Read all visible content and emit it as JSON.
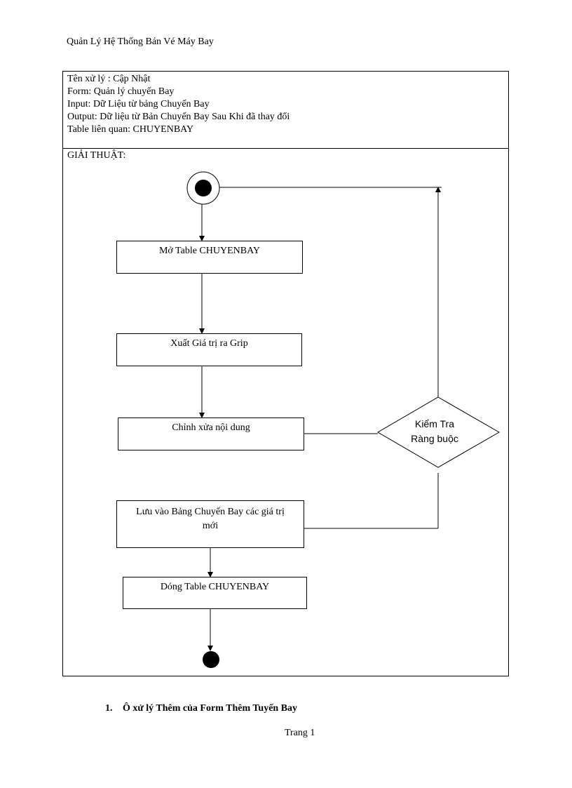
{
  "header": {
    "title": "Quản Lý Hệ Thống Bán Vé Máy Bay"
  },
  "info": {
    "line1": "Tên xử lý : Cập Nhật",
    "line2": "Form: Quản lý chuyến Bay",
    "line3": "Input: Dữ Liệu từ bảng Chuyến Bay",
    "line4": "Output: Dữ liệu từ Bản Chuyến Bay Sau Khi đã thay đổi",
    "line5": "Table liên quan: CHUYENBAY"
  },
  "algorithm": {
    "label": "GIẢI THUẬT:",
    "step_open": "Mở Table CHUYENBAY",
    "step_export": "Xuất Giá trị ra Grip",
    "step_edit": "Chỉnh xửa nội dung",
    "decision_line1": "Kiểm Tra",
    "decision_line2": "Ràng buộc",
    "step_save_line1": "Lưu vào Bảng Chuyến Bay các giá trị",
    "step_save_line2": "mới",
    "step_close": "Dóng Table CHUYENBAY"
  },
  "section": {
    "number": "1.",
    "title": "Ô xử lý Thêm của Form Thêm Tuyến Bay"
  },
  "footer": {
    "page": "Trang 1"
  }
}
